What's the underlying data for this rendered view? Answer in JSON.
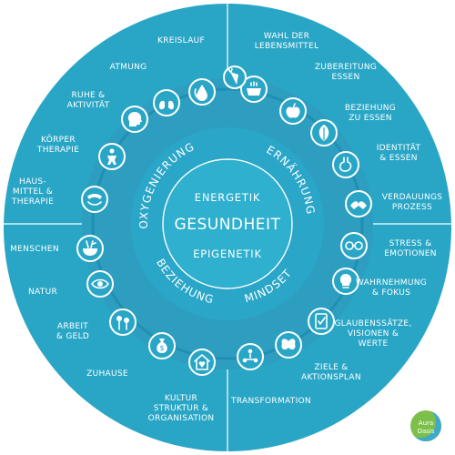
{
  "core": {
    "top": "ENERGETIK",
    "title": "GESUNDHEIT",
    "bottom": "EPIGENETIK"
  },
  "pillars": {
    "top_left": "OXYGENIERUNG",
    "top_right": "ERNÄHRUNG",
    "bottom_left": "BEZIEHUNG",
    "bottom_right": "MINDSET"
  },
  "nodes": [
    {
      "icon": "droplet-icon",
      "label": [
        "KREISLAUF"
      ]
    },
    {
      "icon": "lungs-icon",
      "label": [
        "ATMUNG"
      ]
    },
    {
      "icon": "person-head-icon",
      "label": [
        "RUHE &",
        "AKTIVITÄT"
      ]
    },
    {
      "icon": "body-figure-icon",
      "label": [
        "KÖRPER",
        "THERAPIE"
      ]
    },
    {
      "icon": "massage-hands-icon",
      "label": [
        "HAUS-",
        "MITTEL &",
        "THERAPIE"
      ]
    },
    {
      "icon": "mortar-herbs-icon",
      "label": [
        "MENSCHEN"
      ]
    },
    {
      "icon": "eye-icon",
      "label": [
        "NATUR"
      ]
    },
    {
      "icon": "flowers-icon",
      "label": [
        "ARBEIT",
        "& GELD"
      ]
    },
    {
      "icon": "money-bag-icon",
      "label": [
        "ZUHAUSE"
      ]
    },
    {
      "icon": "house-heart-icon",
      "label": [
        "KULTUR",
        "STRUKTUR &",
        "ORGANISATION"
      ]
    },
    {
      "icon": "people-network-icon",
      "label": [
        "TRANSFORMATION"
      ]
    },
    {
      "icon": "butterfly-icon",
      "label": [
        "ZIELE &",
        "AKTIONSPLAN"
      ]
    },
    {
      "icon": "checklist-icon",
      "label": [
        "GLAUBENSSÄTZE,",
        "VISIONEN &",
        "WERTE"
      ]
    },
    {
      "icon": "lightbulb-icon",
      "label": [
        "WAHRNEHMUNG",
        "& FOKUS"
      ]
    },
    {
      "icon": "glasses-icon",
      "label": [
        "STRESS &",
        "EMOTIONEN"
      ]
    },
    {
      "icon": "holding-hands-icon",
      "label": [
        "VERDAUUNGS",
        "PROZESS"
      ]
    },
    {
      "icon": "stomach-icon",
      "label": [
        "IDENTITÄT",
        "& ESSEN"
      ]
    },
    {
      "icon": "leaf-icon",
      "label": [
        "BEZIEHUNG",
        "ZU ESSEN"
      ]
    },
    {
      "icon": "apple-icon",
      "label": [
        "ZUBEREITUNG",
        "ESSEN"
      ]
    },
    {
      "icon": "cooking-pot-icon",
      "label": [
        "WAHL DER",
        "LEBENSMITTEL"
      ]
    },
    {
      "icon": "carrots-icon",
      "label": []
    }
  ],
  "logo": {
    "line1": "Aura",
    "line2": "Oasis"
  },
  "colors": {
    "outer": "#29a6c6",
    "middle": "#2d9ec0",
    "ring": "#1f8fb3",
    "core": "#2aa6c8",
    "divider": "#ffffff",
    "logo_green": "#7cc04b"
  }
}
